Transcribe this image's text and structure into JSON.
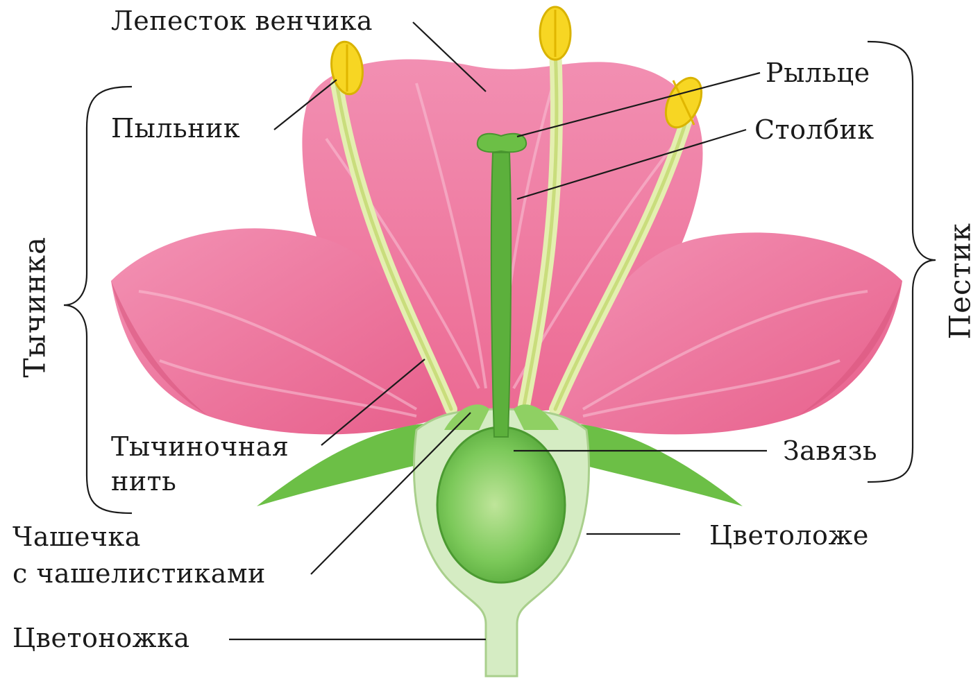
{
  "labels": {
    "petal": "Лепесток венчика",
    "anther": "Пыльник",
    "stigma": "Рыльце",
    "style": "Столбик",
    "filament_line1": "Тычиночная",
    "filament_line2": "нить",
    "ovary": "Завязь",
    "calyx_line1": "Чашечка",
    "calyx_line2": "с чашелистиками",
    "receptacle": "Цветоложе",
    "peduncle": "Цветоножка",
    "stamen": "Тычинка",
    "pistil": "Пестик"
  },
  "colors": {
    "petal": "#ee6f97",
    "petal_light": "#f6a8c2",
    "green_dark": "#5cb03c",
    "green_mid": "#7cc95a",
    "green_light": "#d5ecc3",
    "anther": "#f7d623",
    "leader_line": "#1a1a1a"
  }
}
